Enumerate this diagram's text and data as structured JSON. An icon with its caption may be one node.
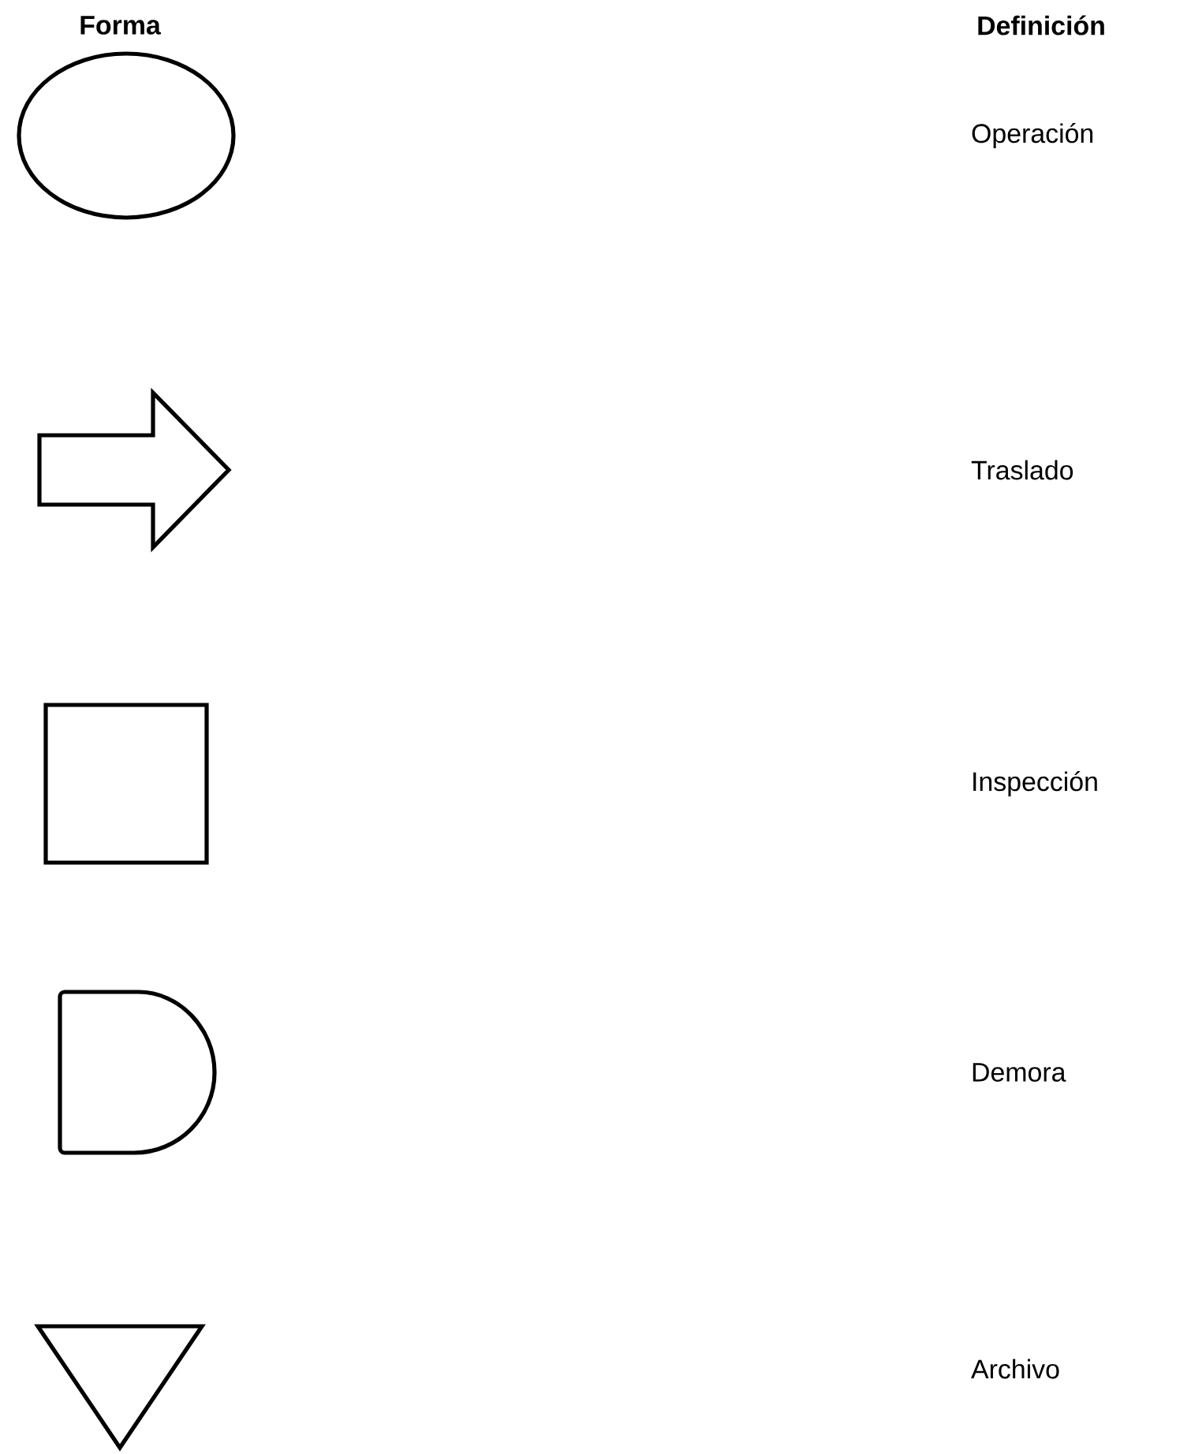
{
  "diagram": {
    "nodes": [
      {
        "text": [],
        "shape": "ellipse"
      },
      {
        "text": [],
        "shape": "arrow"
      },
      {
        "text": [],
        "shape": "box"
      },
      {
        "text": [],
        "shape": "d-shape"
      },
      {
        "text": [],
        "shape": "triangle"
      }
    ],
    "labels": [
      "Forma",
      "Definición",
      "Operación",
      "Traslado",
      "Inspección",
      "Demora",
      "Archivo"
    ]
  }
}
